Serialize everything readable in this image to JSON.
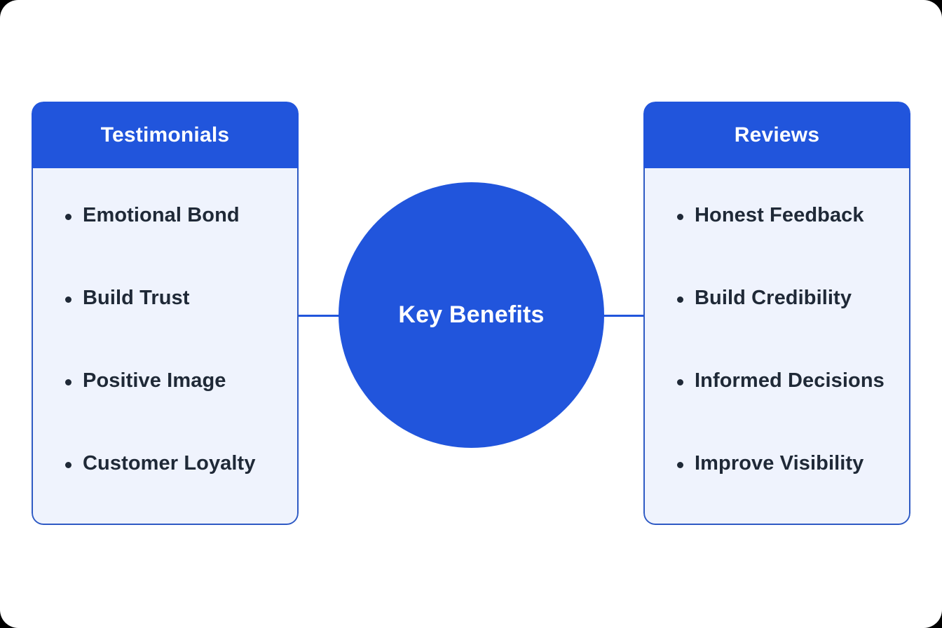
{
  "diagram": {
    "type": "hub-and-spoke",
    "center": {
      "label": "Key Benefits",
      "shape": "circle"
    },
    "connectors": [
      {
        "name": "left-connector",
        "from": "testimonials-card",
        "to": "center-node"
      },
      {
        "name": "right-connector",
        "from": "center-node",
        "to": "reviews-card"
      }
    ],
    "cards": [
      {
        "id": "testimonials",
        "title": "Testimonials",
        "side": "left",
        "items": [
          "Emotional Bond",
          "Build Trust",
          "Positive Image",
          "Customer Loyalty"
        ]
      },
      {
        "id": "reviews",
        "title": "Reviews",
        "side": "right",
        "items": [
          "Honest Feedback",
          "Build Credibility",
          "Informed Decisions",
          "Improve Visibility"
        ]
      }
    ]
  },
  "colors": {
    "brand_blue": "#2155DC",
    "card_body_bg": "#EFF3FD",
    "card_border": "#2E5AC4",
    "text_dark": "#1F2937",
    "text_light": "#FFFFFF",
    "page_bg": "#FFFFFF"
  }
}
